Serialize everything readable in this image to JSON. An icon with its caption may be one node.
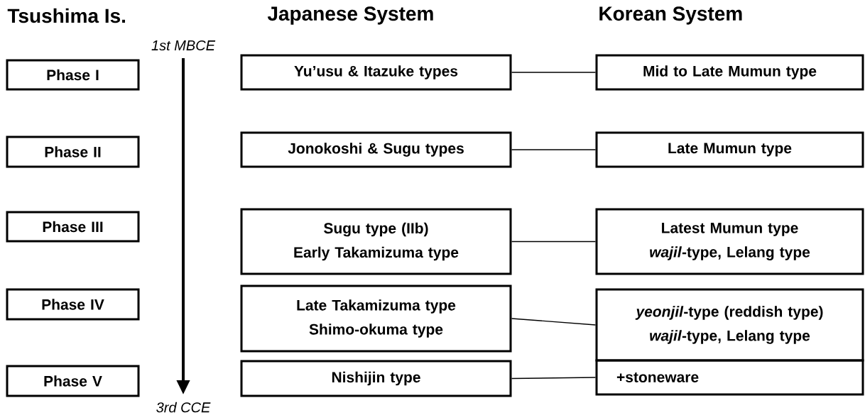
{
  "diagram": {
    "nodes": [
      {
        "text": [
          "Phase I"
        ]
      },
      {
        "text": [
          "Phase II"
        ]
      },
      {
        "text": [
          "Phase III"
        ]
      },
      {
        "text": [
          "Phase IV"
        ]
      },
      {
        "text": [
          "Phase V"
        ]
      },
      {
        "text": [
          "Yu’usu & Itazuke types"
        ]
      },
      {
        "text": [
          "Jonokoshi & Sugu types"
        ]
      },
      {
        "text": [
          "Sugu type (IIb)",
          "Early Takamizuma type"
        ]
      },
      {
        "text": [
          "Late Takamizuma type",
          "Shimo-okuma type"
        ]
      },
      {
        "text": [
          "Nishijin type"
        ]
      },
      {
        "text": [
          "Mid to Late Mumun type"
        ]
      },
      {
        "text": [
          "Late Mumun type"
        ]
      },
      {
        "text": [
          "Latest Mumun type",
          "*wajil*-type, Lelang type"
        ]
      },
      {
        "text": [
          "*yeonjil*-type (reddish type)",
          "*wajil*-type, Lelang type"
        ]
      },
      {
        "text": [
          "+stoneware"
        ]
      }
    ],
    "edges": [
      {
        "from": 5,
        "to": 10,
        "arrow": "none"
      },
      {
        "from": 6,
        "to": 11,
        "arrow": "none"
      },
      {
        "from": 7,
        "to": 12,
        "arrow": "none"
      },
      {
        "from": 8,
        "to": 13,
        "arrow": "none"
      },
      {
        "from": 9,
        "to": 14,
        "arrow": "none"
      }
    ],
    "labels": [
      "Tsushima Is.",
      "Japanese System",
      "Korean System",
      "1st MBCE",
      "3rd CCE"
    ]
  }
}
